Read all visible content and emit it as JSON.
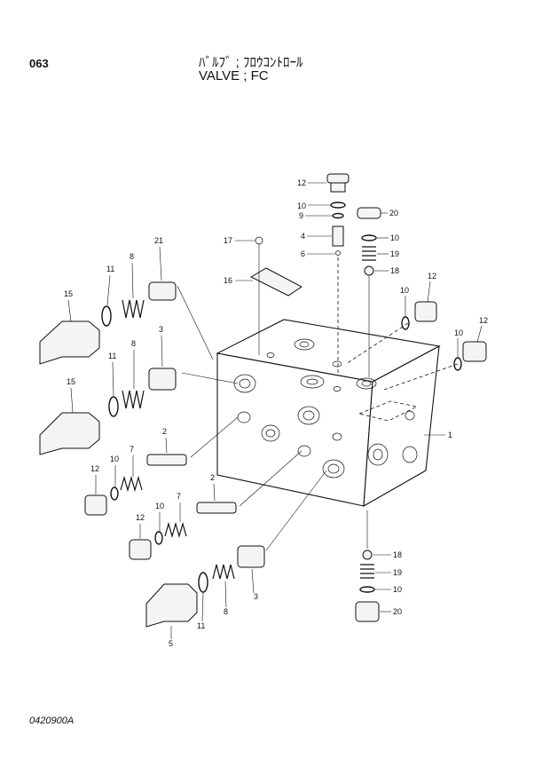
{
  "header": {
    "page_number": "063",
    "title_jp": "ﾊﾞﾙﾌﾞ ; ﾌﾛｳｺﾝﾄﾛｰﾙ",
    "title_en": "VALVE ; FC"
  },
  "footer": {
    "drawing_code": "0420900A"
  },
  "callouts": {
    "c1": "1",
    "c2a": "2",
    "c2b": "2",
    "c3a": "3",
    "c3b": "3",
    "c4": "4",
    "c5": "5",
    "c6": "6",
    "c7a": "7",
    "c7b": "7",
    "c8a": "8",
    "c8b": "8",
    "c8c": "8",
    "c9": "9",
    "c10a": "10",
    "c10b": "10",
    "c10c": "10",
    "c10d": "10",
    "c10e": "10",
    "c10f": "10",
    "c10g": "10",
    "c11a": "11",
    "c11b": "11",
    "c11c": "11",
    "c12a": "12",
    "c12b": "12",
    "c12c": "12",
    "c12d": "12",
    "c12e": "12",
    "c15a": "15",
    "c15b": "15",
    "c16": "16",
    "c17": "17",
    "c18a": "18",
    "c18b": "18",
    "c19a": "19",
    "c19b": "19",
    "c20a": "20",
    "c20b": "20",
    "c21": "21"
  }
}
